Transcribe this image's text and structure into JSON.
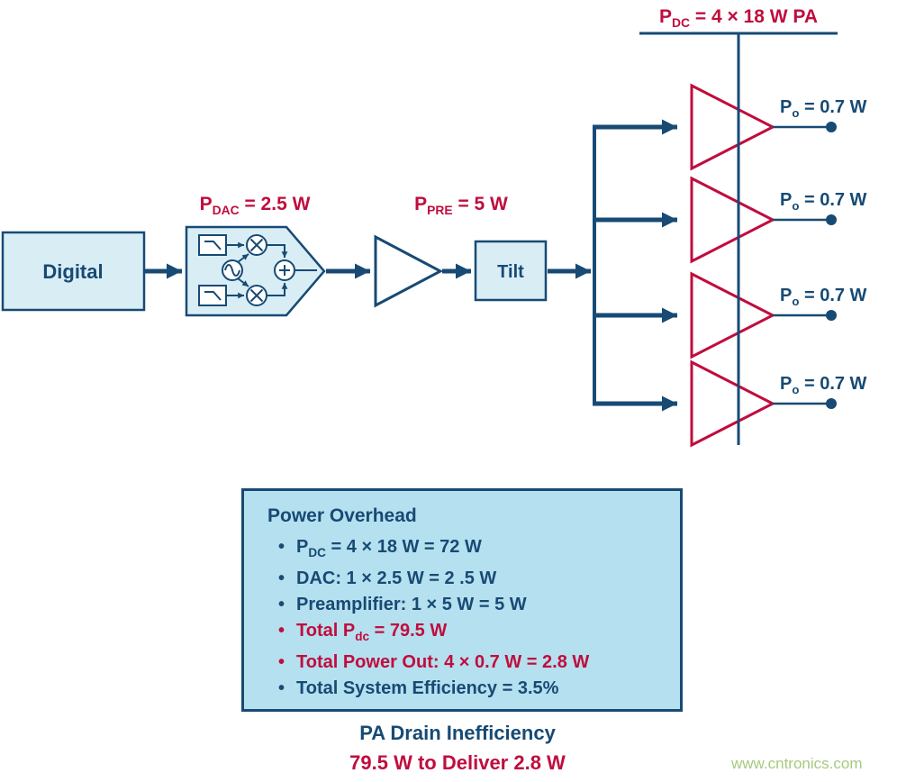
{
  "colors": {
    "blue": "#174a74",
    "red": "#c00d3d",
    "block_fill": "#d9edf5",
    "box_fill": "#b5e0ef",
    "watermark": "#a6c97e"
  },
  "diagram": {
    "pdc": {
      "pre": "P",
      "sub": "DC",
      "post": " = 4 × 18 W PA"
    },
    "pdac": {
      "pre": "P",
      "sub": "DAC",
      "post": " = 2.5 W"
    },
    "ppre": {
      "pre": "P",
      "sub": "PRE",
      "post": " = 5 W"
    },
    "digital": "Digital",
    "tilt": "Tilt",
    "outputs": [
      {
        "pre": "P",
        "sub": "o",
        "post": " = 0.7 W"
      },
      {
        "pre": "P",
        "sub": "o",
        "post": " = 0.7 W"
      },
      {
        "pre": "P",
        "sub": "o",
        "post": " = 0.7 W"
      },
      {
        "pre": "P",
        "sub": "o",
        "post": " = 0.7 W"
      }
    ]
  },
  "overhead": {
    "title": "Power Overhead",
    "bullet": "•",
    "items": [
      {
        "pre": "P",
        "sub": "DC",
        "post": " = 4 × 18 W = 72 W",
        "color": "blue"
      },
      {
        "text": "DAC: 1 × 2.5 W = 2 .5 W",
        "color": "blue"
      },
      {
        "text": "Preamplifier: 1 × 5 W = 5 W",
        "color": "blue"
      },
      {
        "pre": "Total P",
        "sub": "dc",
        "post": " = 79.5 W",
        "color": "red"
      },
      {
        "text": "Total Power Out: 4 × 0.7 W = 2.8 W",
        "color": "red"
      },
      {
        "text": "Total System Efficiency = 3.5%",
        "color": "blue"
      }
    ]
  },
  "footer": {
    "line1": "PA Drain Inefficiency",
    "line2": "79.5 W to Deliver 2.8 W",
    "watermark": "www.cntronics.com"
  }
}
